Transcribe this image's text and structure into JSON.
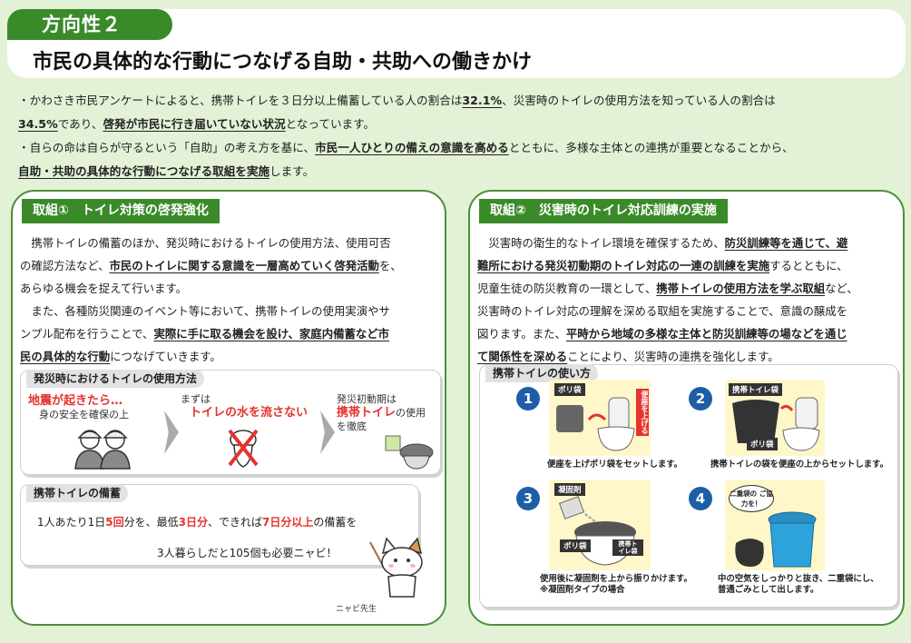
{
  "header": {
    "tag": "方向性２",
    "title": "市民の具体的な行動につなげる自助・共助への働きかけ"
  },
  "intro": {
    "line1_a": "・かわさき市民アンケートによると、携帯トイレを３日分以上備蓄している人の割合は",
    "line1_b": "32.1%",
    "line1_c": "、災害時のトイレの使用方法を知っている人の割合は",
    "line2_a": "34.5%",
    "line2_b": "であり、",
    "line2_c": "啓発が市民に行き届いていない状況",
    "line2_d": "となっています。",
    "line3_a": "・自らの命は自らが守るという「自助」の考え方を基に、",
    "line3_b": "市民一人ひとりの備えの意識を高める",
    "line3_c": "とともに、多様な主体との連携が重要となることから、",
    "line4_a": "自助・共助の具体的な行動につなげる取組を実施",
    "line4_b": "します。"
  },
  "left": {
    "heading": "取組①　トイレ対策の啓発強化",
    "p1_l1": "　携帯トイレの備蓄のほか、発災時におけるトイレの使用方法、使用可否",
    "p1_l2": "の確認方法など、",
    "p1_l2b": "市民のトイレに関する意識を一層高めていく啓発活動",
    "p1_l2c": "を、",
    "p1_l3": "あらゆる機会を捉えて行います。",
    "p2_l1": "　また、各種防災関連のイベント等において、携帯トイレの使用実演やサ",
    "p2_l2": "ンプル配布を行うことで、",
    "p2_l2b": "実際に手に取る機会を設け、家庭内備蓄など市",
    "p2_l3b": "民の具体的な行動",
    "p2_l3c": "につなげていきます。",
    "usage": {
      "heading": "発災時におけるトイレの使用方法",
      "s1_title": "地震が起きたら…",
      "s1_text": "身の安全を確保の上",
      "s2_pre": "まずは",
      "s2_title": "トイレの水を流さない",
      "s3_pre": "発災初動期は",
      "s3_title": "携帯トイレ",
      "s3_post": "の使用",
      "s3_post2": "を徹底"
    },
    "stock": {
      "heading": "携帯トイレの備蓄",
      "l1_a": "1人あたり1日",
      "l1_b": "5回",
      "l1_c": "分を、最低",
      "l1_d": "3日分",
      "l1_e": "、できれば",
      "l1_f": "7日分以上",
      "l1_g": "の備蓄を",
      "l2": "3人暮らしだと105個も必要ニャビ！",
      "mascot": "ニャビ先生"
    }
  },
  "right": {
    "heading": "取組②　災害時のトイレ対応訓練の実施",
    "l1_a": "　災害時の衛生的なトイレ環境を確保するため、",
    "l1_b": "防災訓練等を通じて、避",
    "l2_b": "難所における発災初動期のトイレ対応の一連の訓練を実施",
    "l2_c": "するとともに、",
    "l3_a": "児童生徒の防災教育の一環として、",
    "l3_b": "携帯トイレの使用方法を学ぶ取組",
    "l3_c": "など、",
    "l4": "災害時のトイレ対応の理解を深める取組を実施することで、意識の醸成を",
    "l5_a": "図ります。また、",
    "l5_b": "平時から地域の多様な主体と防災訓練等の場などを通じ",
    "l6_b": "て関係性を深める",
    "l6_c": "ことにより、災害時の連携を強化します。",
    "usage": {
      "heading": "携帯トイレの使い方",
      "steps": [
        {
          "num": "1",
          "tag": "ポリ袋",
          "side": "便座を上げる",
          "cap1": "便座を上げポリ袋をセットします。",
          "cap2": ""
        },
        {
          "num": "2",
          "tag": "携帯トイレ袋",
          "side": "ポリ袋",
          "cap1": "携帯トイレの袋を便座の上からセットします。",
          "cap2": ""
        },
        {
          "num": "3",
          "tag": "凝固剤",
          "side": "ポリ袋",
          "side2": "携帯トイレ袋",
          "cap1": "使用後に凝固剤を上から振りかけます。",
          "cap2": "※凝固剤タイプの場合"
        },
        {
          "num": "4",
          "tag": "二重袋の ご協力を！",
          "side": "",
          "cap1": "中の空気をしっかりと抜き、二重袋にし、",
          "cap2": "普通ごみとして出します。"
        }
      ]
    }
  },
  "colors": {
    "background": "#e3f1d6",
    "accent_green": "#3b8a2a",
    "accent_red": "#e6322e",
    "step_blue": "#1e5ea6"
  }
}
